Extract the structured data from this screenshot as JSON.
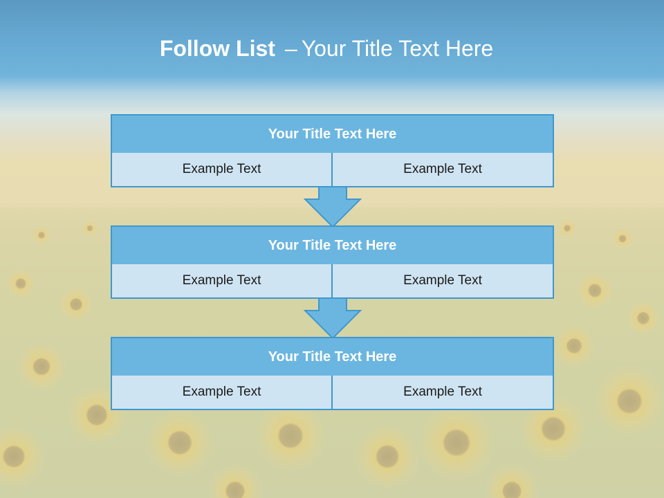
{
  "slide": {
    "title_bold": "Follow List",
    "title_dash": "–",
    "title_rest": "Your Title Text Here",
    "steps": [
      {
        "title": "Your Title Text Here",
        "left": "Example Text",
        "right": "Example Text"
      },
      {
        "title": "Your Title Text Here",
        "left": "Example Text",
        "right": "Example Text"
      },
      {
        "title": "Your Title Text Here",
        "left": "Example Text",
        "right": "Example Text"
      }
    ]
  },
  "colors": {
    "header_fill": "#6bb6e0",
    "cell_fill": "#cfe4f2",
    "border": "#3f97cf",
    "title_text": "#ffffff"
  },
  "icons": [
    "down-arrow-icon"
  ]
}
